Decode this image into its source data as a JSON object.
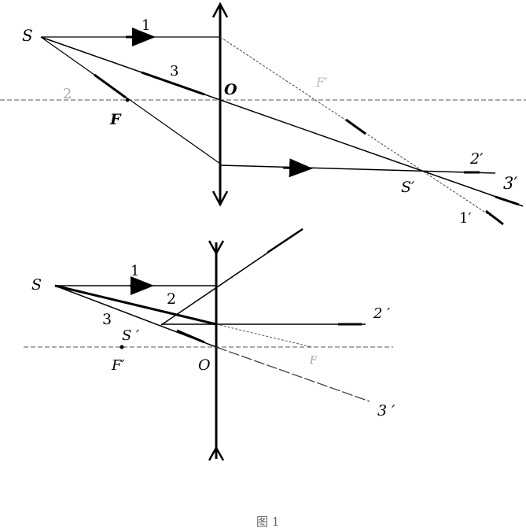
{
  "figure": {
    "caption": "图 1",
    "top_diagram": {
      "title": "converging lens",
      "labels": {
        "source": "S",
        "ray1": "1",
        "ray2": "2",
        "ray3": "3",
        "center": "O",
        "focus_object": "F",
        "focus_image": "F′",
        "image": "S′",
        "ray1_out": "1′",
        "ray2_out": "2′",
        "ray3_out": "3′"
      }
    },
    "bottom_diagram": {
      "title": "diverging lens",
      "labels": {
        "source": "S",
        "ray1": "1",
        "ray2": "2",
        "ray3": "3",
        "image": "S ′",
        "focus_object": "F′",
        "center": "O",
        "focus_image": "F",
        "ray2_out": "2 ′",
        "ray3_out": "3 ′"
      }
    }
  }
}
